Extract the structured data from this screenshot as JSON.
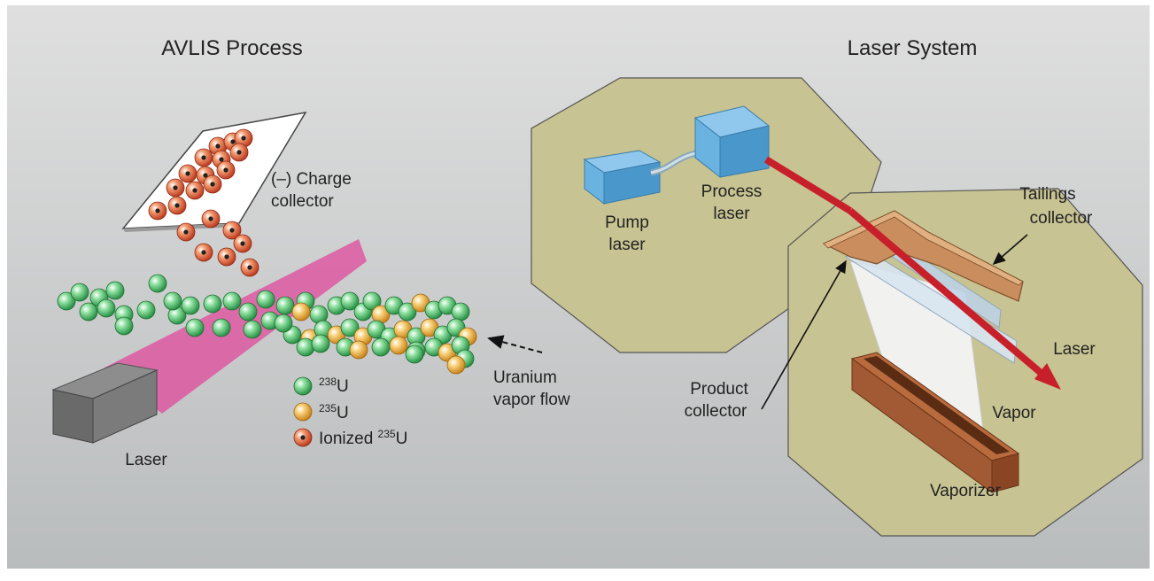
{
  "left_panel": {
    "title": "AVLIS Process",
    "charge_collector_label_line1": "(–) Charge",
    "charge_collector_label_line2": "collector",
    "laser_label": "Laser",
    "vapor_flow_label_line1": "Uranium",
    "vapor_flow_label_line2": "vapor flow",
    "legend": {
      "u238": {
        "mass": "238",
        "symbol": "U",
        "color": "#3fae5a"
      },
      "u235": {
        "mass": "235",
        "symbol": "U",
        "color": "#e7a83a"
      },
      "ionized": {
        "prefix": "Ionized ",
        "mass": "235",
        "symbol": "U",
        "color": "#d9552f"
      }
    }
  },
  "right_panel": {
    "title": "Laser System",
    "pump_laser_line1": "Pump",
    "pump_laser_line2": "laser",
    "process_laser_line1": "Process",
    "process_laser_line2": "laser",
    "tailings_line1": "Tailings",
    "tailings_line2": "collector",
    "laser_label": "Laser",
    "product_line1": "Product",
    "product_line2": "collector",
    "vapor_label": "Vapor",
    "vaporizer_label": "Vaporizer"
  },
  "colors": {
    "laser_beam_pink": "#e0449a",
    "laser_beam_red": "#c8202a",
    "chamber_fill": "#c7c392",
    "laser_box_blue": "#5aa7d8",
    "tailings_tan": "#c98d5e",
    "vaporizer_brown": "#a15a34"
  }
}
